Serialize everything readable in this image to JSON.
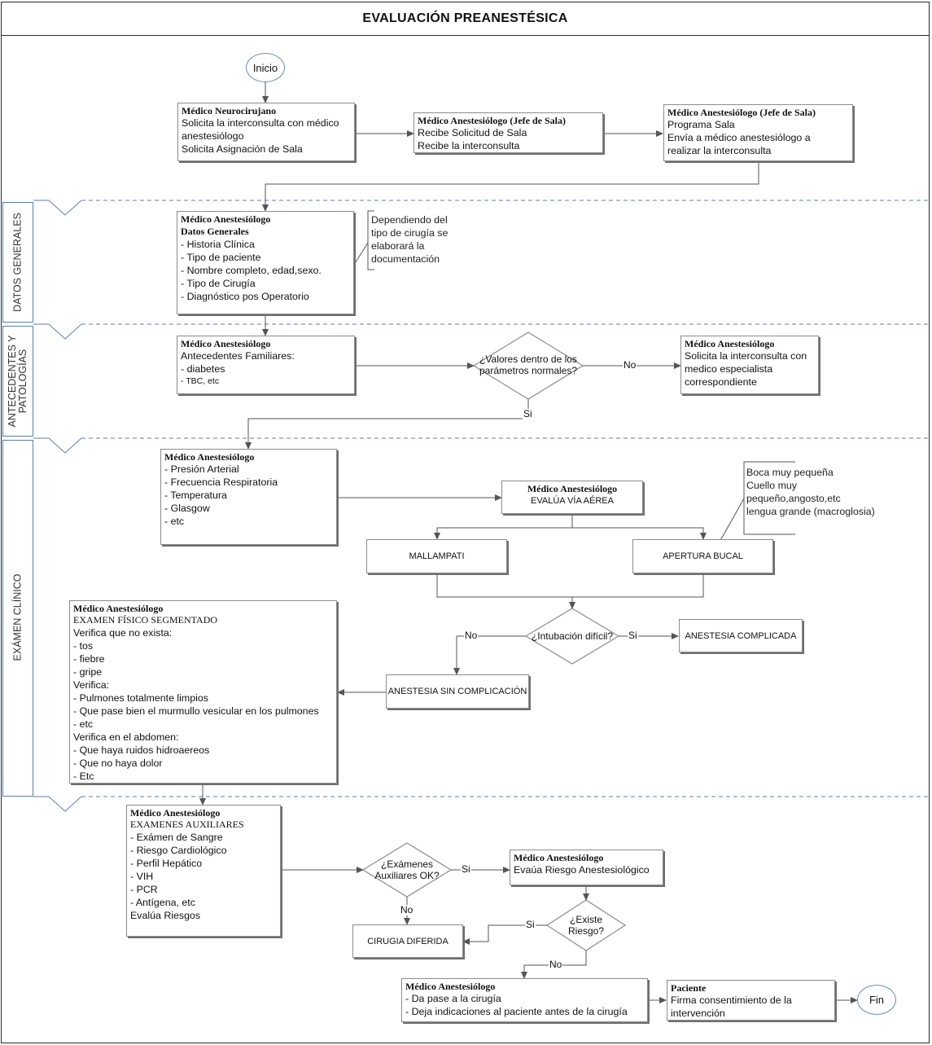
{
  "title": "EVALUACIÓN PREANESTÉSICA",
  "lanes": [
    {
      "label": "DATOS GENERALES"
    },
    {
      "label": "ANTECEDENTES Y\nPATOLOGÍAS"
    },
    {
      "label": "EXÁMEN CLÍNICO"
    }
  ],
  "start": "Inicio",
  "end": "Fin",
  "boxes": {
    "neurocirujano": {
      "header": "Médico Neurocirujano",
      "lines": [
        "Solicita la interconsulta con médico",
        "anestesiólogo",
        "Solicita Asignación de Sala"
      ]
    },
    "jefe_recibe": {
      "header": "Médico Anestesiólogo (Jefe de Sala)",
      "lines": [
        "Recibe Solicitud de Sala",
        "Recibe la interconsulta"
      ]
    },
    "jefe_programa": {
      "header": "Médico Anestesiólogo (Jefe de Sala)",
      "lines": [
        "Programa Sala",
        "Envía a médico anestesiólogo a",
        "realizar la interconsulta"
      ]
    },
    "datos_generales": {
      "header": "Médico Anestesiólogo",
      "subheader": "Datos Generales",
      "lines": [
        "- Historia Clínica",
        "- Tipo de paciente",
        "- Nombre completo, edad,sexo.",
        "- Tipo de Cirugía",
        "- Diagnóstico pos Operatorio"
      ]
    },
    "antecedentes": {
      "header": "Médico Anestesiólogo",
      "lines": [
        "Antecedentes Familiares:",
        "- diabetes"
      ],
      "small": "- TBC, etc"
    },
    "interconsulta_especialista": {
      "header": "Médico Anestesiólogo",
      "lines": [
        "Solicita la interconsulta con",
        "medico especialista",
        "correspondiente"
      ]
    },
    "signos": {
      "header": "Médico Anestesiólogo",
      "lines": [
        "- Presión Arterial",
        "- Frecuencia Respiratoria",
        "- Temperatura",
        "- Glasgow",
        "- etc"
      ]
    },
    "via_aerea": {
      "header": "Médico Anestesiólogo",
      "sub": "EVALÚA VÍA AÉREA"
    },
    "examen_segmentado": {
      "header": "Médico Anestesiólogo",
      "subheader": "EXAMEN FÍSICO SEGMENTADO",
      "lines": [
        "Verifica que no exista:",
        "- tos",
        "- fiebre",
        "- gripe",
        "Verifica:",
        "- Pulmones totalmente limpios",
        "- Que pase bien el murmullo vesicular en los pulmones",
        "- etc",
        "Verifica en el abdomen:",
        "- Que haya ruidos hidroaereos",
        "- Que no haya dolor",
        "- Etc"
      ]
    },
    "auxiliares": {
      "header": "Médico Anestesiólogo",
      "subheader": "EXAMENES AUXILIARES",
      "lines": [
        "- Exámen de Sangre",
        "- Riesgo Cardiológico",
        "- Perfil Hepático",
        "- VIH",
        "- PCR",
        "- Antígena, etc",
        "Evalúa Riesgos"
      ]
    },
    "riesgo": {
      "header": "Médico Anestesiólogo",
      "lines": [
        "Evaúa Riesgo Anestesiológico"
      ]
    },
    "pase": {
      "header": "Médico Anestesiólogo",
      "lines": [
        "- Da pase a la cirugía",
        "- Deja indicaciones al paciente antes de la cirugía"
      ]
    },
    "paciente": {
      "header": "Paciente",
      "lines": [
        "Firma consentimiento de la",
        "intervención"
      ]
    }
  },
  "simple_boxes": {
    "mallampati": "MALLAMPATI",
    "apertura": "APERTURA BUCAL",
    "complicada": "ANESTESIA COMPLICADA",
    "sin_complicacion": "ANESTESIA SIN COMPLICACIÓN",
    "diferida": "CIRUGIA DIFERIDA"
  },
  "decisions": {
    "valores": "¿Valores dentro de los\nparámetros normales?",
    "intubacion": "¿Intubación difícil?",
    "examenes": "¿Exámenes\nAuxiliares OK?",
    "existe": "¿Existe\nRiesgo?"
  },
  "notes": {
    "cirugia": [
      "Dependiendo del",
      "tipo de cirugía se",
      "elaborará la",
      "documentación"
    ],
    "boca": [
      "Boca muy pequeña",
      "Cuello muy",
      "pequeño,angosto,etc",
      "lengua grande (macroglosia)"
    ]
  },
  "edge_labels": {
    "no": "No",
    "si": "Si"
  },
  "colors": {
    "lane_border": "#5d7fa8",
    "dashed_separator": "#5d7fa8",
    "terminator_border": "#6d8db8",
    "connector": "#555555"
  }
}
